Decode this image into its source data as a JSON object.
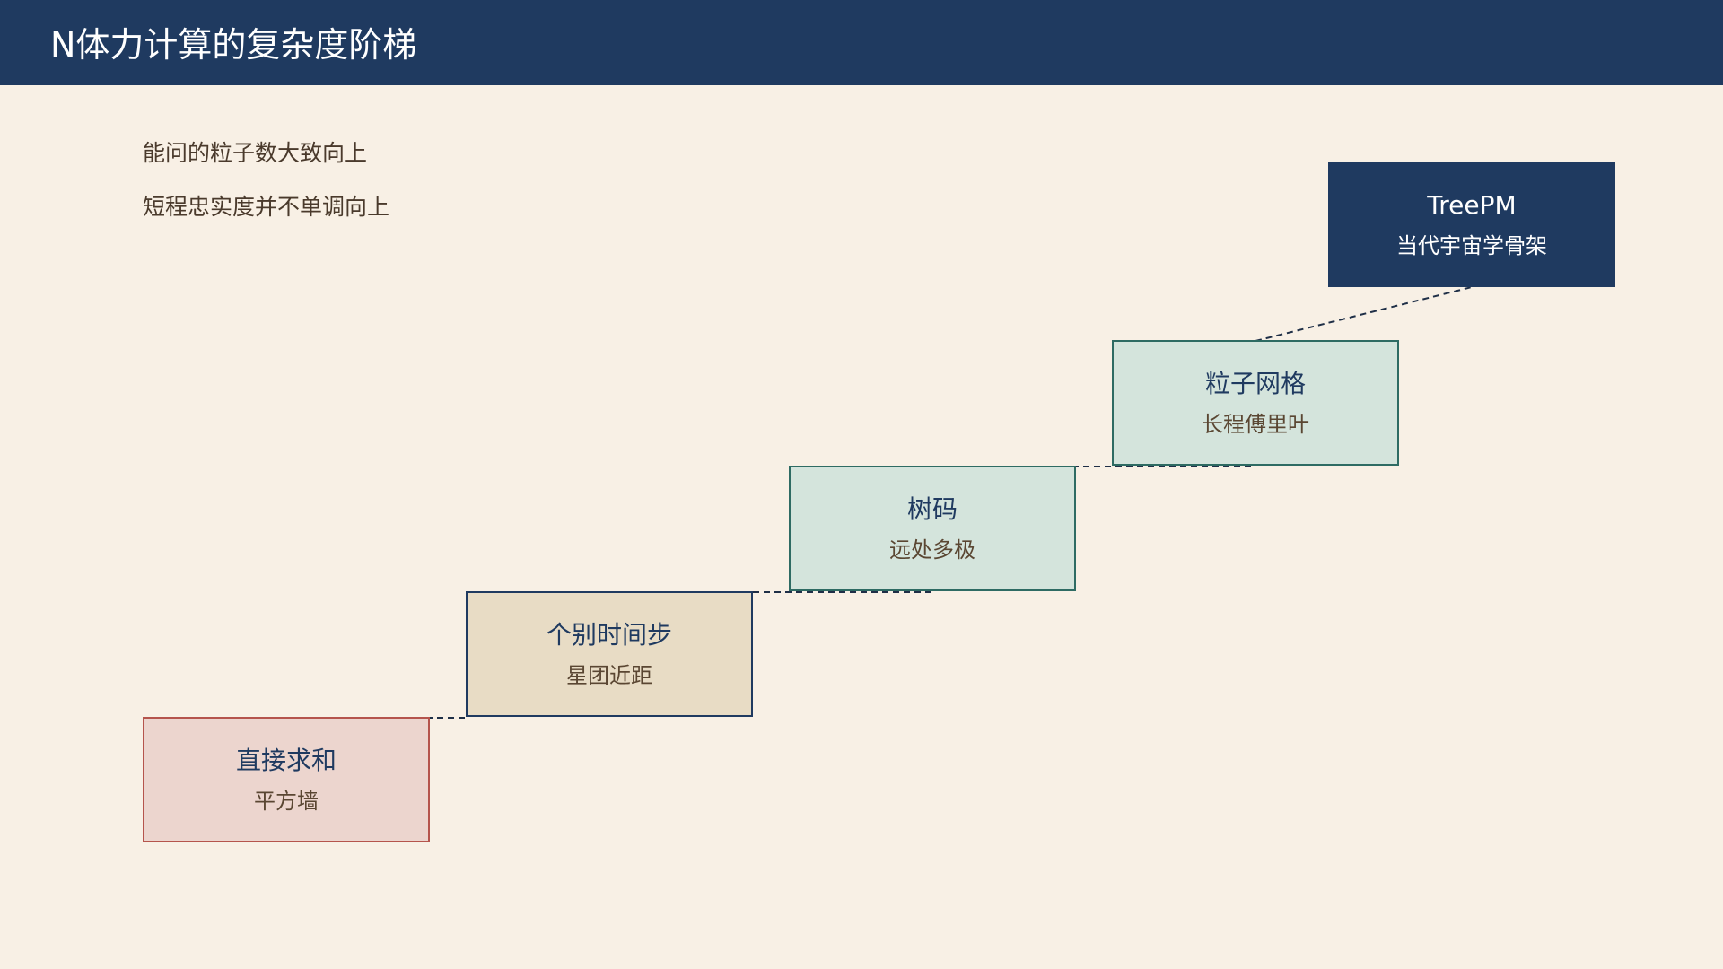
{
  "header": {
    "title": "N体力计算的复杂度阶梯"
  },
  "notes": [
    "能问的粒子数大致向上",
    "短程忠实度并不单调向上"
  ],
  "steps": [
    {
      "title": "直接求和",
      "subtitle": "平方墙"
    },
    {
      "title": "个别时间步",
      "subtitle": "星团近距"
    },
    {
      "title": "树码",
      "subtitle": "远处多极"
    },
    {
      "title": "粒子网格",
      "subtitle": "长程傅里叶"
    },
    {
      "title": "TreePM",
      "subtitle": "当代宇宙学骨架"
    }
  ],
  "colors": {
    "header_bg": "#1f3a60",
    "page_bg": "#f8f0e5",
    "step_direct_fill": "#ecd5ce",
    "step_direct_border": "#b5544c",
    "step_individual_fill": "#e8dcc5",
    "step_tree_fill": "#d4e4dc",
    "step_tree_border": "#2e6b63",
    "step_treepm_fill": "#1f3a60"
  }
}
